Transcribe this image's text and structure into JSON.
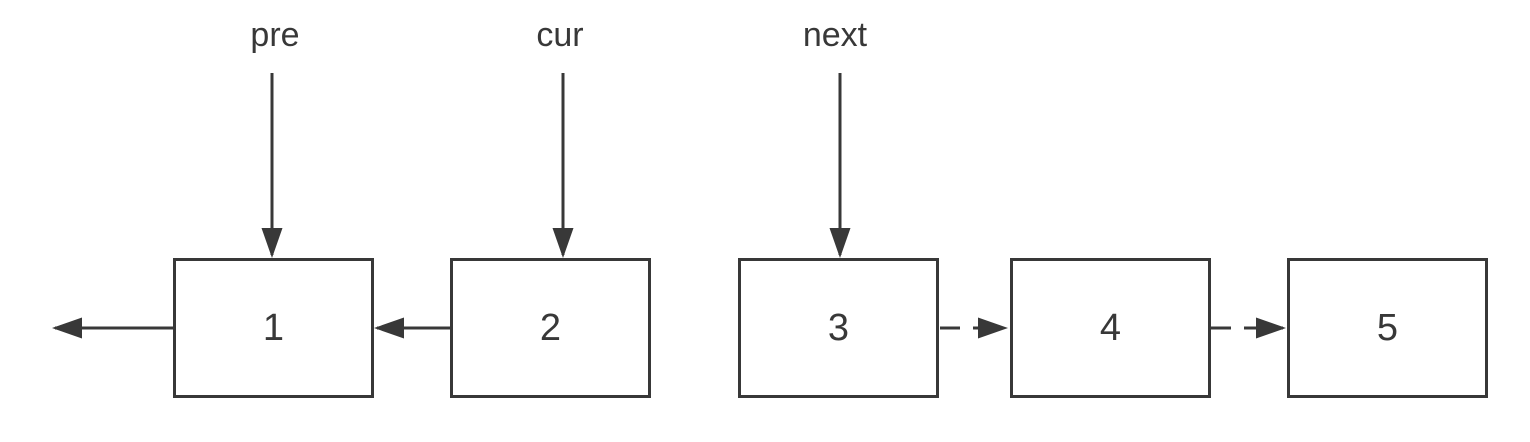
{
  "diagram": {
    "title": "linked-list-reversal-step",
    "colors": {
      "stroke": "#383838",
      "text": "#383838",
      "background": "#ffffff"
    },
    "nodes": [
      {
        "value": "1"
      },
      {
        "value": "2"
      },
      {
        "value": "3"
      },
      {
        "value": "4"
      },
      {
        "value": "5"
      }
    ],
    "pointers": [
      {
        "label": "pre",
        "target_node": "1"
      },
      {
        "label": "cur",
        "target_node": "2"
      },
      {
        "label": "next",
        "target_node": "3"
      }
    ],
    "edges": [
      {
        "from": "1",
        "to": null,
        "style": "solid",
        "direction": "left"
      },
      {
        "from": "2",
        "to": "1",
        "style": "solid",
        "direction": "left"
      },
      {
        "from": "3",
        "to": "4",
        "style": "dashed",
        "direction": "right"
      },
      {
        "from": "4",
        "to": "5",
        "style": "dashed",
        "direction": "right"
      }
    ]
  }
}
